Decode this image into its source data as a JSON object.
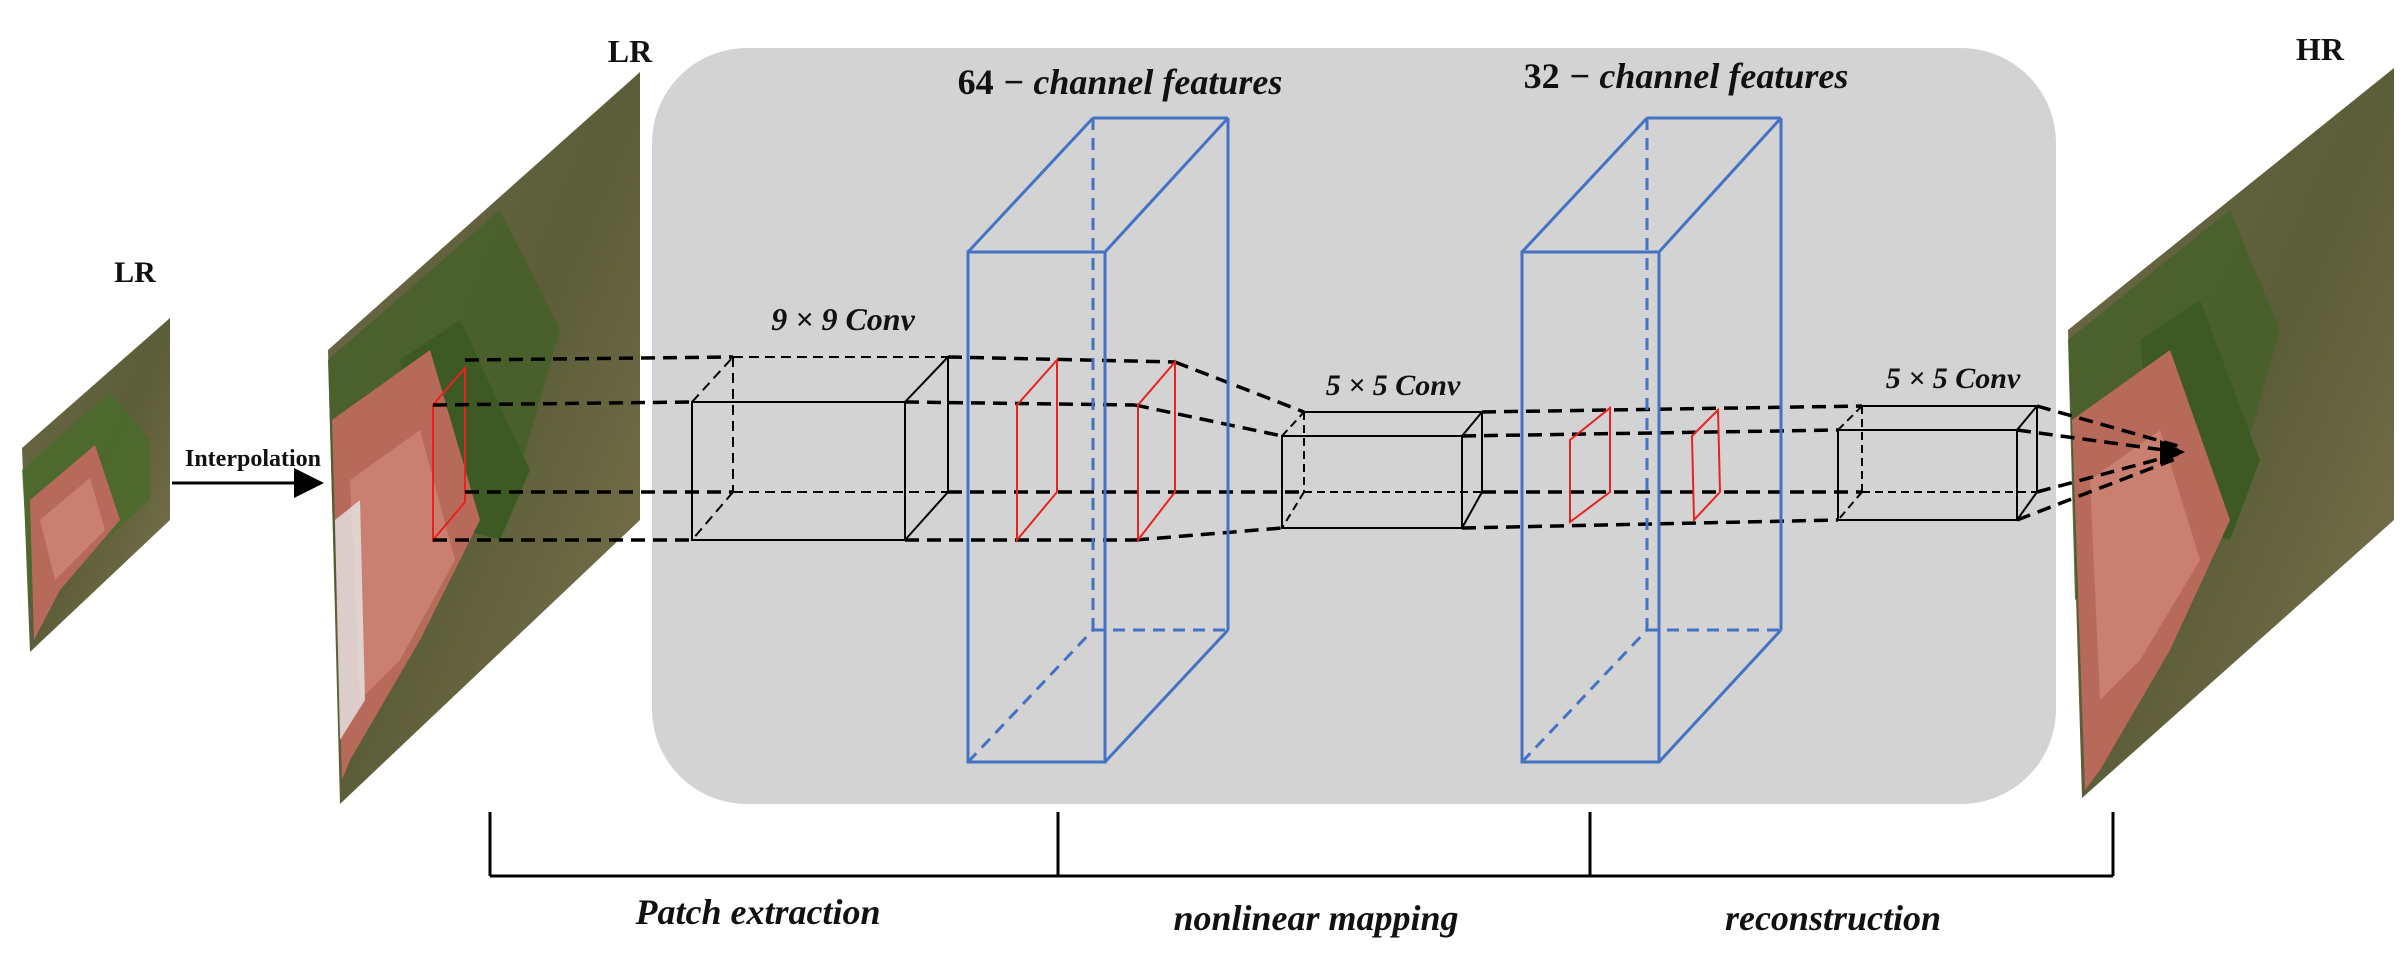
{
  "labels": {
    "lr_small": "LR",
    "lr_large": "LR",
    "hr": "HR",
    "interpolation": "Interpolation",
    "channels_64_num": "64",
    "channels_64_text": "− channel features",
    "channels_32_num": "32",
    "channels_32_text": "− channel features",
    "conv1": "9 × 9 Conv",
    "conv2": "5 × 5 Conv",
    "conv3": "5 × 5 Conv"
  },
  "stages": [
    "Patch extraction",
    "nonlinear mapping",
    "reconstruction"
  ],
  "colors": {
    "panel": "#d3d3d3",
    "feature_box": "#4472c4",
    "patch": "#e8231f",
    "conv_box": "#000000",
    "roof": "#b86a5a",
    "grass": "#4a5a2a",
    "field": "#6e6a48"
  }
}
